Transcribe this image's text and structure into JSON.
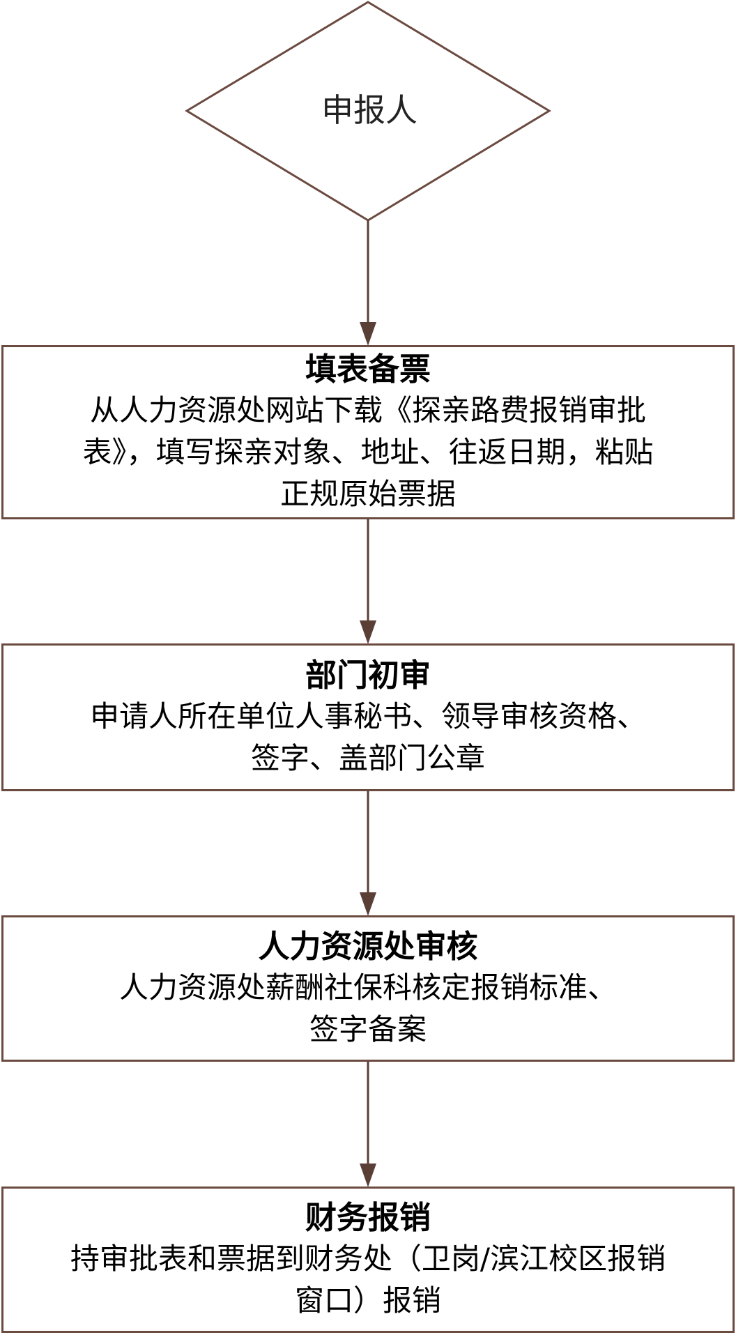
{
  "start": {
    "label": "申报人"
  },
  "steps": [
    {
      "title": "填表备票",
      "description": "从人力资源处网站下载《探亲路费报销审批\n表》，填写探亲对象、地址、往返日期，粘贴\n正规原始票据"
    },
    {
      "title": "部门初审",
      "description": "申请人所在单位人事秘书、领导审核资格、\n签字、盖部门公章"
    },
    {
      "title": "人力资源处审核",
      "description": "人力资源处薪酬社保科核定报销标准、\n签字备案"
    },
    {
      "title": "财务报销",
      "description": "持审批表和票据到财务处（卫岗/滨江校区报销\n窗口）报销"
    }
  ],
  "colors": {
    "stroke": "#6b4a40",
    "arrow": "#5a3f37"
  }
}
